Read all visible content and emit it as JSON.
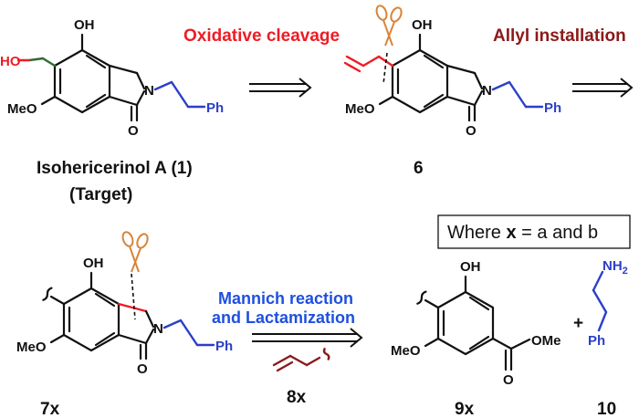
{
  "headings": {
    "oxidative_cleavage": "Oxidative cleavage",
    "allyl_installation": "Allyl installation",
    "mannich_line1": "Mannich reaction",
    "mannich_line2": "and Lactamization"
  },
  "captions": {
    "target_name": "Isohericerinol A (1)",
    "target_note": "(Target)",
    "c6": "6",
    "c7x": "7x",
    "c8x": "8x",
    "c9x": "9x",
    "c10": "10"
  },
  "where_box": {
    "prefix": "Where ",
    "bold": "x",
    "suffix": " = a and b"
  },
  "atoms": {
    "oh": "OH",
    "ho": "HO",
    "meo": "MeO",
    "n": "N",
    "o": "O",
    "ph": "Ph",
    "ome": "OMe",
    "nh2": "NH",
    "nh2_sub": "2",
    "plus": "+"
  },
  "colors": {
    "red": "#ee1c25",
    "blue": "#2b3fc9",
    "maroon": "#8b1a1a",
    "green": "#2f6b2f",
    "scissor": "#d9843a"
  },
  "icons": [
    "scissors-icon",
    "retro-arrow-icon"
  ]
}
